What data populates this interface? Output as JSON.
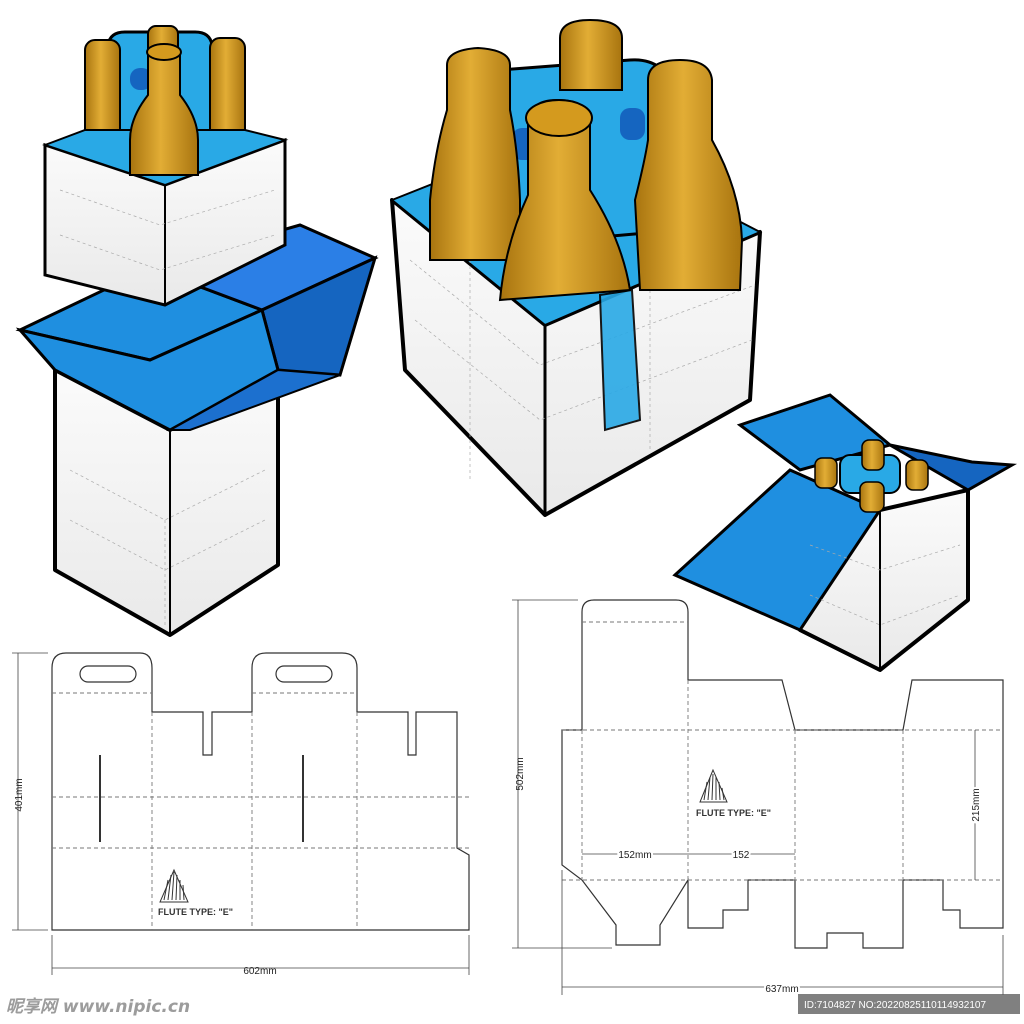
{
  "die_left": {
    "height_label": "401mm",
    "width_label": "602mm",
    "flute_label": "FLUTE TYPE: \"E\""
  },
  "die_right": {
    "height_label": "502mm",
    "width_label": "637mm",
    "panel_width_label_1": "152mm",
    "panel_width_label_2": "152",
    "panel_height_label": "215mm",
    "flute_label": "FLUTE TYPE: \"E\""
  },
  "watermark": {
    "site_text": "昵享网 www.nipic.cn",
    "id_text": "ID:7104827 NO:20220825110114932107"
  },
  "colors": {
    "blue": "#1f8fe0",
    "blue_dark": "#1565c0",
    "cyan": "#29a9e6",
    "amber": "#d49a1e",
    "amber_dark": "#a8740f",
    "box_white": "#f2f2f2",
    "outline": "#000000"
  }
}
